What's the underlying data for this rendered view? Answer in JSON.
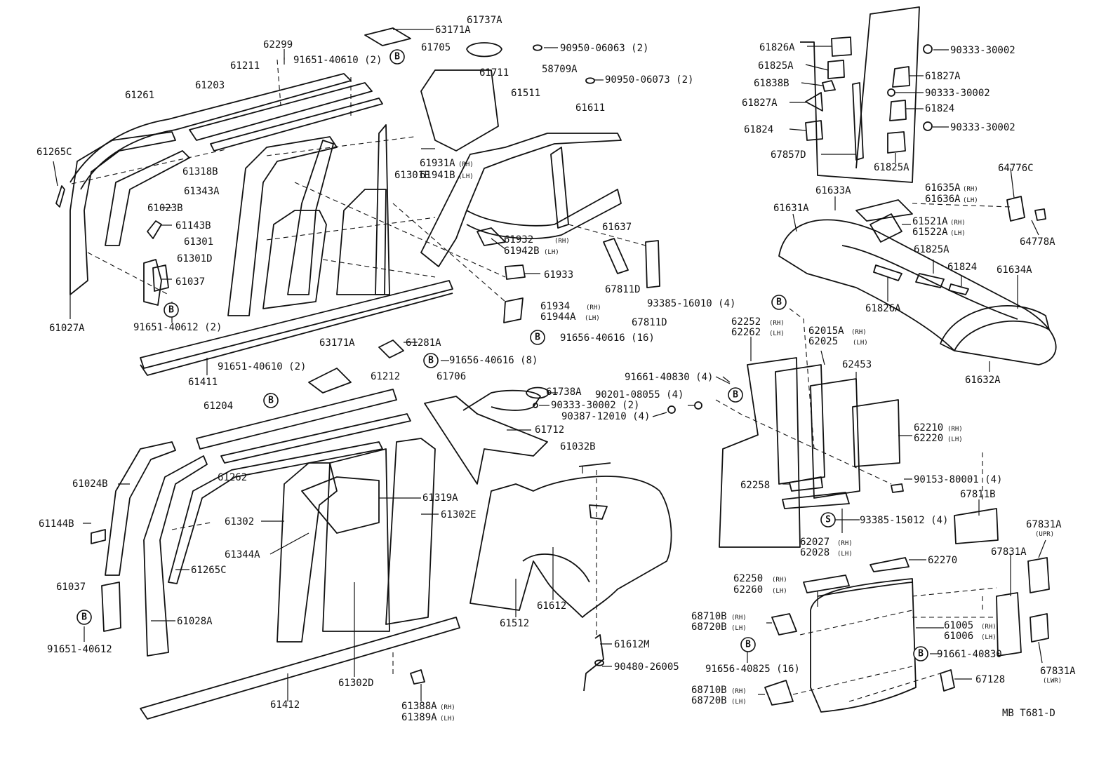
{
  "diagram_code": "MB T681-D",
  "callouts": [
    {
      "id": "c1",
      "text": "63171A"
    },
    {
      "id": "c2",
      "text": "61737A"
    },
    {
      "id": "c3",
      "text": "62299"
    },
    {
      "id": "c4",
      "text": "91651-40610 (2)"
    },
    {
      "id": "c5",
      "text": "61705"
    },
    {
      "id": "c6",
      "text": "90950-06063 (2)"
    },
    {
      "id": "c7",
      "text": "61211"
    },
    {
      "id": "c8",
      "text": "61711"
    },
    {
      "id": "c9",
      "text": "58709A"
    },
    {
      "id": "c10",
      "text": "90950-06073 (2)"
    },
    {
      "id": "c11",
      "text": "61203"
    },
    {
      "id": "c12",
      "text": "61261"
    },
    {
      "id": "c13",
      "text": "61511"
    },
    {
      "id": "c14",
      "text": "61611"
    },
    {
      "id": "c15",
      "text": "61265C"
    },
    {
      "id": "c16",
      "text": "61318B"
    },
    {
      "id": "c17",
      "text": "61931A"
    },
    {
      "id": "c18",
      "text": "61941B"
    },
    {
      "id": "c19",
      "text": "61301E"
    },
    {
      "id": "c20",
      "text": "61343A"
    },
    {
      "id": "c21",
      "text": "61023B"
    },
    {
      "id": "c22",
      "text": "61143B"
    },
    {
      "id": "c23",
      "text": "61301"
    },
    {
      "id": "c24",
      "text": "61301D"
    },
    {
      "id": "c25",
      "text": "61932"
    },
    {
      "id": "c26",
      "text": "61942B"
    },
    {
      "id": "c27",
      "text": "61637"
    },
    {
      "id": "c28",
      "text": "61037"
    },
    {
      "id": "c29",
      "text": "61933"
    },
    {
      "id": "c30",
      "text": "67811D"
    },
    {
      "id": "c31",
      "text": "61027A"
    },
    {
      "id": "c32",
      "text": "91651-40612 (2)"
    },
    {
      "id": "c33",
      "text": "61934"
    },
    {
      "id": "c34",
      "text": "61944A"
    },
    {
      "id": "c35",
      "text": "67811D"
    },
    {
      "id": "c36",
      "text": "91656-40616 (16)"
    },
    {
      "id": "c37",
      "text": "63171A"
    },
    {
      "id": "c38",
      "text": "61281A"
    },
    {
      "id": "c39",
      "text": "61411"
    },
    {
      "id": "c40",
      "text": "91651-40610 (2)"
    },
    {
      "id": "c41",
      "text": "91656-40616 (8)"
    },
    {
      "id": "c42",
      "text": "61212"
    },
    {
      "id": "c43",
      "text": "61706"
    },
    {
      "id": "c44",
      "text": "61738A"
    },
    {
      "id": "c45",
      "text": "61204"
    },
    {
      "id": "c46",
      "text": "90333-30002 (2)"
    },
    {
      "id": "c47",
      "text": "61712"
    },
    {
      "id": "c48",
      "text": "61024B"
    },
    {
      "id": "c49",
      "text": "61262"
    },
    {
      "id": "c50",
      "text": "61032B"
    },
    {
      "id": "c51",
      "text": "61319A"
    },
    {
      "id": "c52",
      "text": "61302"
    },
    {
      "id": "c53",
      "text": "61302E"
    },
    {
      "id": "c54",
      "text": "61144B"
    },
    {
      "id": "c55",
      "text": "61344A"
    },
    {
      "id": "c56",
      "text": "61265C"
    },
    {
      "id": "c57",
      "text": "61037"
    },
    {
      "id": "c58",
      "text": "61028A"
    },
    {
      "id": "c59",
      "text": "61612"
    },
    {
      "id": "c60",
      "text": "61512"
    },
    {
      "id": "c61",
      "text": "91651-40612"
    },
    {
      "id": "c62",
      "text": "61612M"
    },
    {
      "id": "c63",
      "text": "90480-26005"
    },
    {
      "id": "c64",
      "text": "61302D"
    },
    {
      "id": "c65",
      "text": "61412"
    },
    {
      "id": "c66",
      "text": "61388A"
    },
    {
      "id": "c67",
      "text": "61389A"
    },
    {
      "id": "c68",
      "text": "61826A"
    },
    {
      "id": "c69",
      "text": "90333-30002"
    },
    {
      "id": "c70",
      "text": "61825A"
    },
    {
      "id": "c71",
      "text": "61827A"
    },
    {
      "id": "c72",
      "text": "61838B"
    },
    {
      "id": "c73",
      "text": "90333-30002"
    },
    {
      "id": "c74",
      "text": "61827A"
    },
    {
      "id": "c75",
      "text": "61824"
    },
    {
      "id": "c76",
      "text": "61824"
    },
    {
      "id": "c77",
      "text": "90333-30002"
    },
    {
      "id": "c78",
      "text": "67857D"
    },
    {
      "id": "c79",
      "text": "61825A"
    },
    {
      "id": "c80",
      "text": "64776C"
    },
    {
      "id": "c81",
      "text": "61633A"
    },
    {
      "id": "c82",
      "text": "61635A"
    },
    {
      "id": "c83",
      "text": "61636A"
    },
    {
      "id": "c84",
      "text": "61631A"
    },
    {
      "id": "c85",
      "text": "61521A"
    },
    {
      "id": "c86",
      "text": "61522A"
    },
    {
      "id": "c87",
      "text": "64778A"
    },
    {
      "id": "c88",
      "text": "61825A"
    },
    {
      "id": "c89",
      "text": "61824"
    },
    {
      "id": "c90",
      "text": "61634A"
    },
    {
      "id": "c91",
      "text": "61826A"
    },
    {
      "id": "c92",
      "text": "93385-16010 (4)"
    },
    {
      "id": "c93",
      "text": "62252"
    },
    {
      "id": "c94",
      "text": "62262"
    },
    {
      "id": "c95",
      "text": "62015A"
    },
    {
      "id": "c96",
      "text": "62025"
    },
    {
      "id": "c97",
      "text": "61632A"
    },
    {
      "id": "c98",
      "text": "62453"
    },
    {
      "id": "c99",
      "text": "91661-40830 (4)"
    },
    {
      "id": "c100",
      "text": "90201-08055 (4)"
    },
    {
      "id": "c101",
      "text": "90387-12010 (4)"
    },
    {
      "id": "c102",
      "text": "62210"
    },
    {
      "id": "c103",
      "text": "62220"
    },
    {
      "id": "c104",
      "text": "90153-80001 (4)"
    },
    {
      "id": "c105",
      "text": "62258"
    },
    {
      "id": "c106",
      "text": "67811B"
    },
    {
      "id": "c107",
      "text": "93385-15012 (4)"
    },
    {
      "id": "c108",
      "text": "67831A"
    },
    {
      "id": "c109",
      "text": "62027"
    },
    {
      "id": "c110",
      "text": "62028"
    },
    {
      "id": "c111",
      "text": "67831A"
    },
    {
      "id": "c112",
      "text": "62270"
    },
    {
      "id": "c113",
      "text": "62250"
    },
    {
      "id": "c114",
      "text": "62260"
    },
    {
      "id": "c115",
      "text": "68710B"
    },
    {
      "id": "c116",
      "text": "68720B"
    },
    {
      "id": "c117",
      "text": "61005"
    },
    {
      "id": "c118",
      "text": "61006"
    },
    {
      "id": "c119",
      "text": "91656-40825 (16)"
    },
    {
      "id": "c120",
      "text": "91661-40830"
    },
    {
      "id": "c121",
      "text": "67831A"
    },
    {
      "id": "c122",
      "text": "68710B"
    },
    {
      "id": "c123",
      "text": "68720B"
    },
    {
      "id": "c124",
      "text": "67128"
    }
  ],
  "qualifiers": {
    "rh": "(RH)",
    "lh": "(LH)",
    "upr": "(UPR)",
    "lwr": "(LWR)"
  },
  "badges": {
    "b": "B",
    "s": "S"
  }
}
